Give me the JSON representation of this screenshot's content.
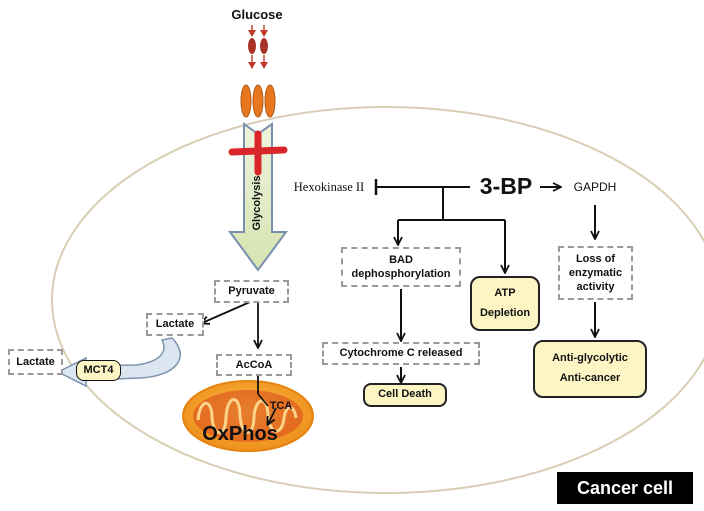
{
  "labels": {
    "glucose": "Glucose",
    "glycolysis": "Glycolysis",
    "hexokinase": "Hexokinase II",
    "drug": "3-BP",
    "gapdh": "GAPDH",
    "pyruvate": "Pyruvate",
    "lactate_in": "Lactate",
    "lactate_out": "Lactate",
    "mct4": "MCT4",
    "accoa": "AcCoA",
    "tca": "TCA",
    "oxphos": "OxPhos",
    "bad_line1": "BAD",
    "bad_line2": "dephosphorylation",
    "atp_line1": "ATP",
    "atp_line2": "Depletion",
    "loss_line1": "Loss of",
    "loss_line2": "enzymatic",
    "loss_line3": "activity",
    "cytochrome": "Cytochrome C released",
    "cell_death": "Cell Death",
    "anti_glycolytic": "Anti-glycolytic",
    "anti_cancer": "Anti-cancer",
    "cancer_cell": "Cancer cell"
  },
  "colors": {
    "transporter_red": "#b03a2e",
    "transporter_orange": "#e8771f",
    "glycolysis_arrow": "#e2ecc8",
    "glycolysis_border": "#7a8fb0",
    "block_mark": "#d9262a",
    "mitochondria": "#f39c1f",
    "box_fill": "#fdf5c4"
  }
}
